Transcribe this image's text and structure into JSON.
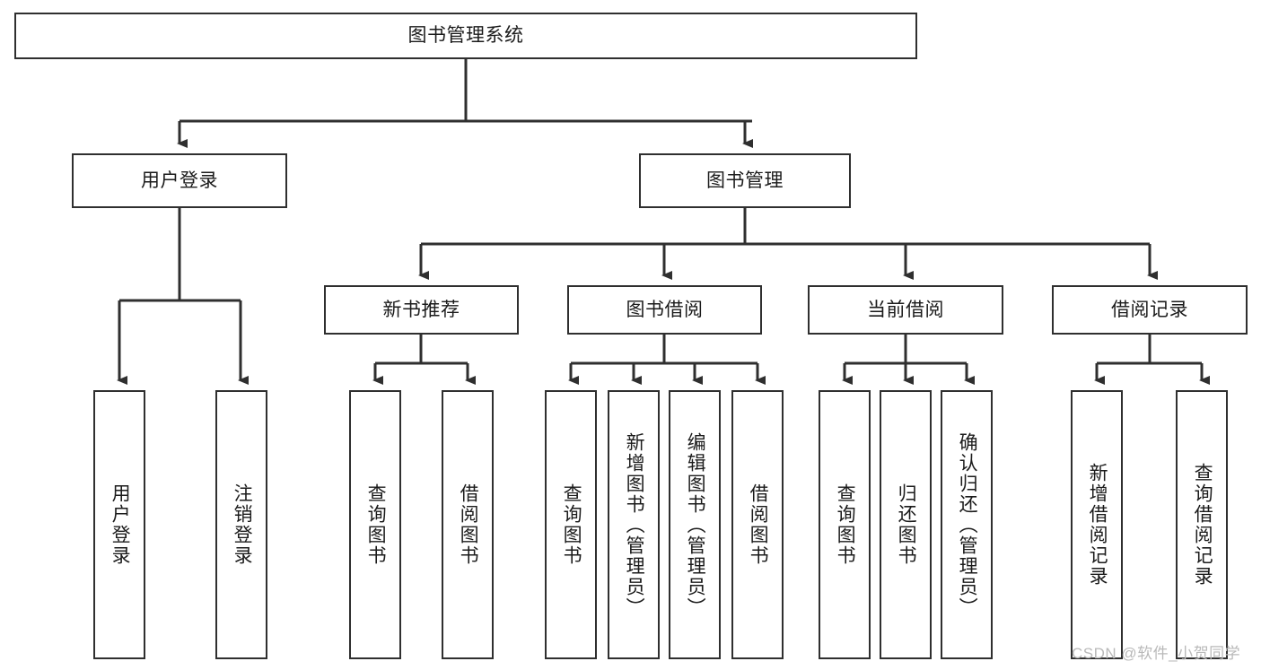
{
  "diagram": {
    "title": "图书管理系统",
    "type": "tree-hierarchy-diagram",
    "root": {
      "label": "图书管理系统"
    },
    "level2": [
      {
        "label": "用户登录"
      },
      {
        "label": "图书管理"
      }
    ],
    "level3": [
      {
        "label": "新书推荐"
      },
      {
        "label": "图书借阅"
      },
      {
        "label": "当前借阅"
      },
      {
        "label": "借阅记录"
      }
    ],
    "leaves": {
      "user_login": [
        {
          "label": "用户登录"
        },
        {
          "label": "注销登录"
        }
      ],
      "new_book_recommend": [
        {
          "label": "查询图书"
        },
        {
          "label": "借阅图书"
        }
      ],
      "book_borrow": [
        {
          "label": "查询图书"
        },
        {
          "label": "新增图书（管理员）"
        },
        {
          "label": "编辑图书（管理员）"
        },
        {
          "label": "借阅图书"
        }
      ],
      "current_borrow": [
        {
          "label": "查询图书"
        },
        {
          "label": "归还图书"
        },
        {
          "label": "确认归还（管理员）"
        }
      ],
      "borrow_record": [
        {
          "label": "新增借阅记录"
        },
        {
          "label": "查询借阅记录"
        }
      ]
    },
    "watermark": "CSDN @软件_小贺同学",
    "colors": {
      "line": "#2f2f2f",
      "box_border": "#2f2f2f",
      "box_fill": "#ffffff",
      "text": "#1b1b1b",
      "watermark": "#b9b9b9"
    }
  }
}
